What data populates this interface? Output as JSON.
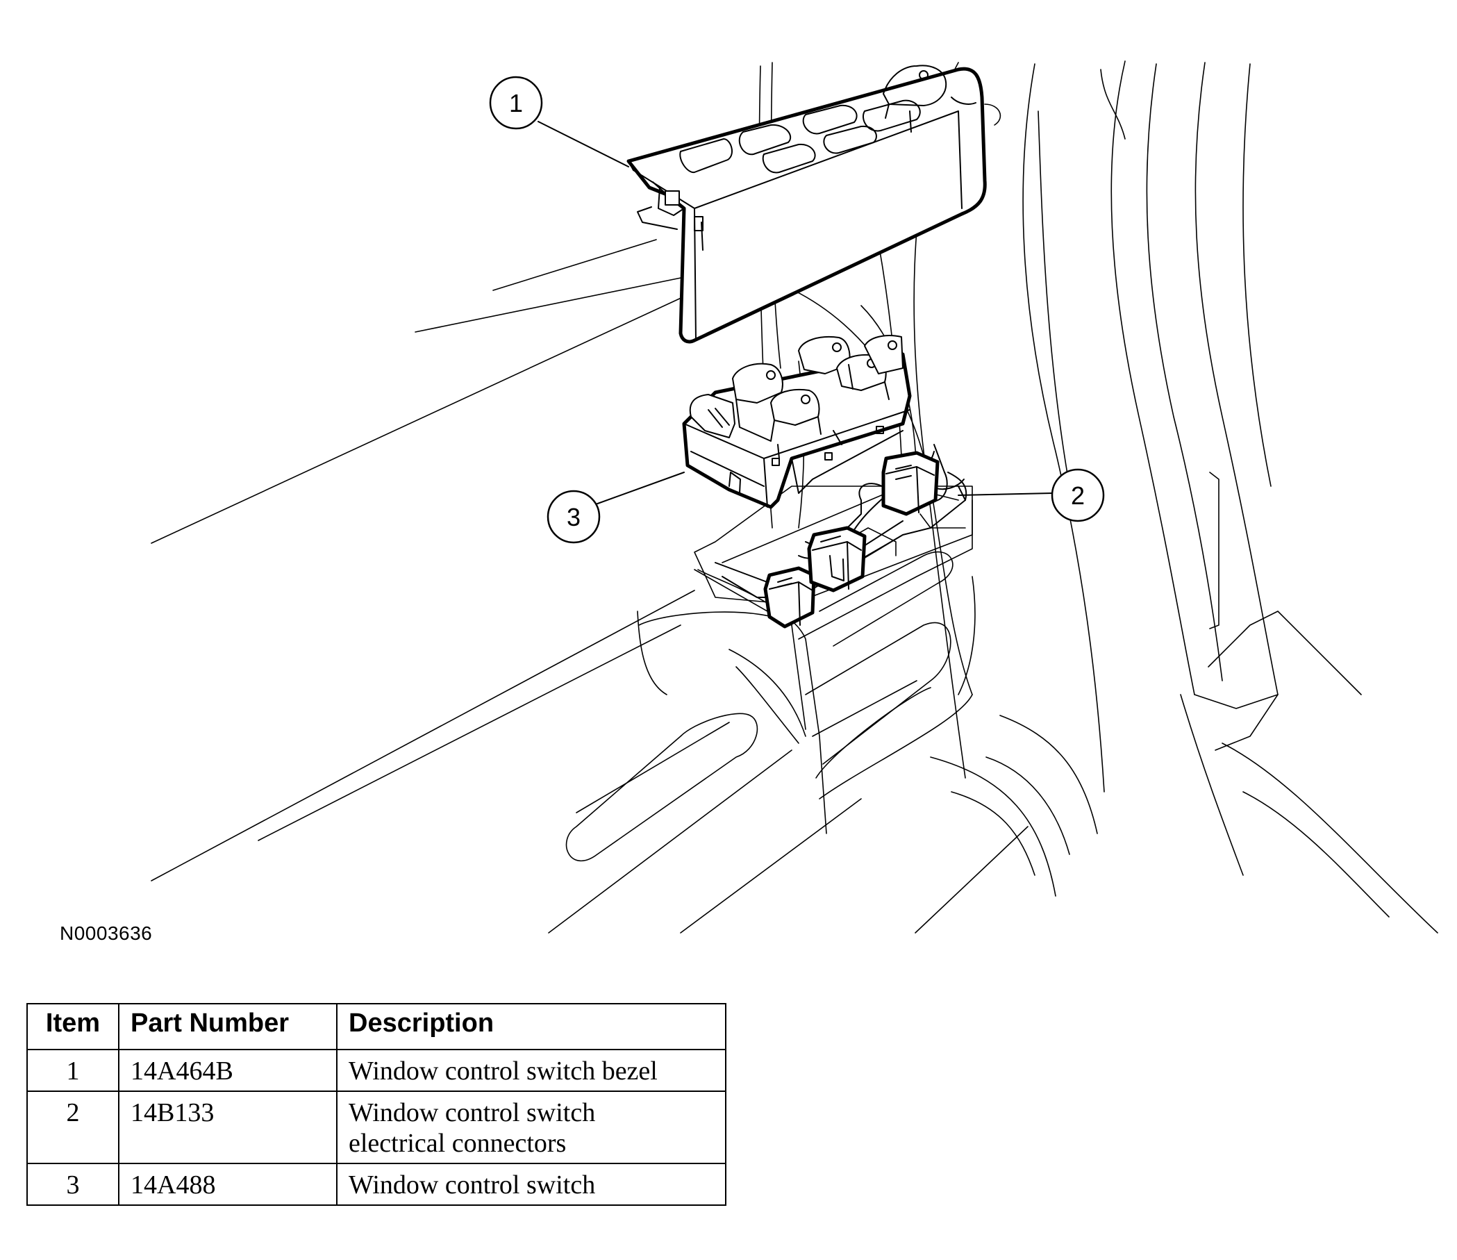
{
  "figure_id": "N0003636",
  "callouts": [
    "1",
    "2",
    "3"
  ],
  "table": {
    "headers": {
      "item": "Item",
      "part_number": "Part Number",
      "description": "Description"
    },
    "rows": [
      {
        "item": "1",
        "part_number": "14A464B",
        "description": [
          "Window control switch bezel"
        ]
      },
      {
        "item": "2",
        "part_number": "14B133",
        "description": [
          "Window control switch",
          "electrical connectors"
        ]
      },
      {
        "item": "3",
        "part_number": "14A488",
        "description": [
          "Window control switch"
        ]
      }
    ]
  }
}
